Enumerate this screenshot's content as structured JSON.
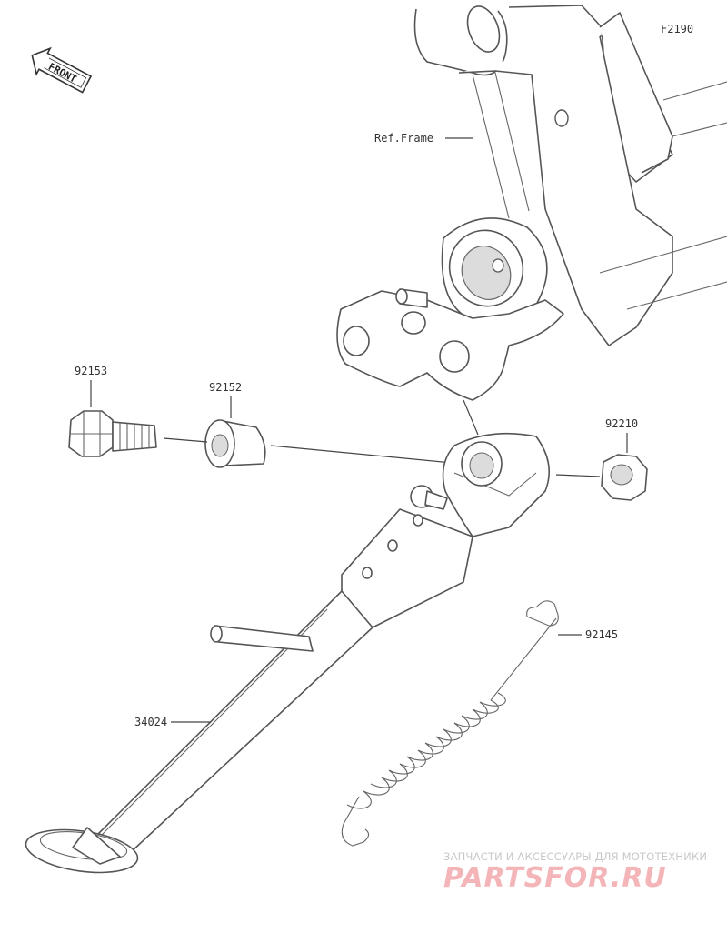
{
  "diagram_code": "F2190",
  "front_badge": "FRONT",
  "ref_frame_label": "Ref.Frame",
  "parts": {
    "p92153": "92153",
    "p92152": "92152",
    "p92210": "92210",
    "p92145": "92145",
    "p34024": "34024"
  },
  "watermark": {
    "tagline": "ЗАПЧАСТИ И АКСЕССУАРЫ ДЛЯ МОТОТЕХНИКИ",
    "logo": "PARTSFOR.RU"
  },
  "colors": {
    "line": "#444444",
    "shade": "#dcdcdc",
    "watermark": "#e65a64"
  }
}
